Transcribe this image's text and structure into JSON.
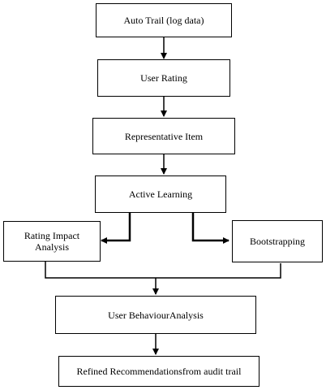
{
  "nodes": {
    "auto_trail": "Auto Trail (log data)",
    "user_rating": "User Rating",
    "representative_item": "Representative Item",
    "active_learning": "Active Learning",
    "rating_impact": "Rating Impact\nAnalysis",
    "bootstrapping": "Bootstrapping",
    "user_behaviour": "User BehaviourAnalysis",
    "refined": "Refined Recommendationsfrom audit trail"
  }
}
